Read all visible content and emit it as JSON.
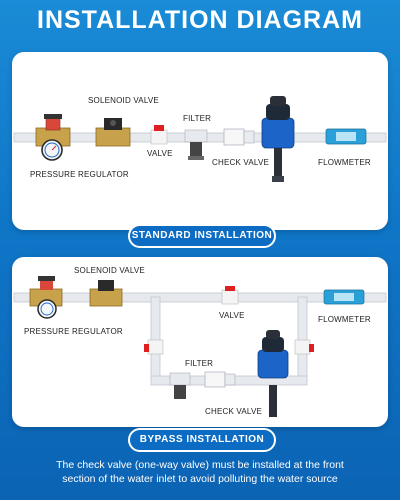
{
  "title": "INSTALLATION DIAGRAM",
  "standard": {
    "badge": "STANDARD INSTALLATION",
    "labels": {
      "solenoid_valve": "SOLENOID VALVE",
      "filter": "FILTER",
      "valve": "VALVE",
      "check_valve": "CHECK VALVE",
      "flowmeter": "FLOWMETER",
      "pressure_regulator": "PRESSURE REGULATOR"
    }
  },
  "bypass": {
    "badge": "BYPASS INSTALLATION",
    "labels": {
      "solenoid_valve": "SOLENOID VALVE",
      "pressure_regulator": "PRESSURE REGULATOR",
      "valve": "VALVE",
      "flowmeter": "FLOWMETER",
      "filter": "FILTER",
      "check_valve": "CHECK VALVE"
    }
  },
  "note_line1": "The check valve (one-way valve) must be installed at the front",
  "note_line2": "section of the water inlet to avoid polluting the water source",
  "colors": {
    "background": "#0f76c7",
    "badge": "#0c6cc4",
    "pump_blue": "#1d64c8",
    "valve_red": "#e02020",
    "brass": "#c8a24a",
    "pipe": "#e6eaee"
  }
}
